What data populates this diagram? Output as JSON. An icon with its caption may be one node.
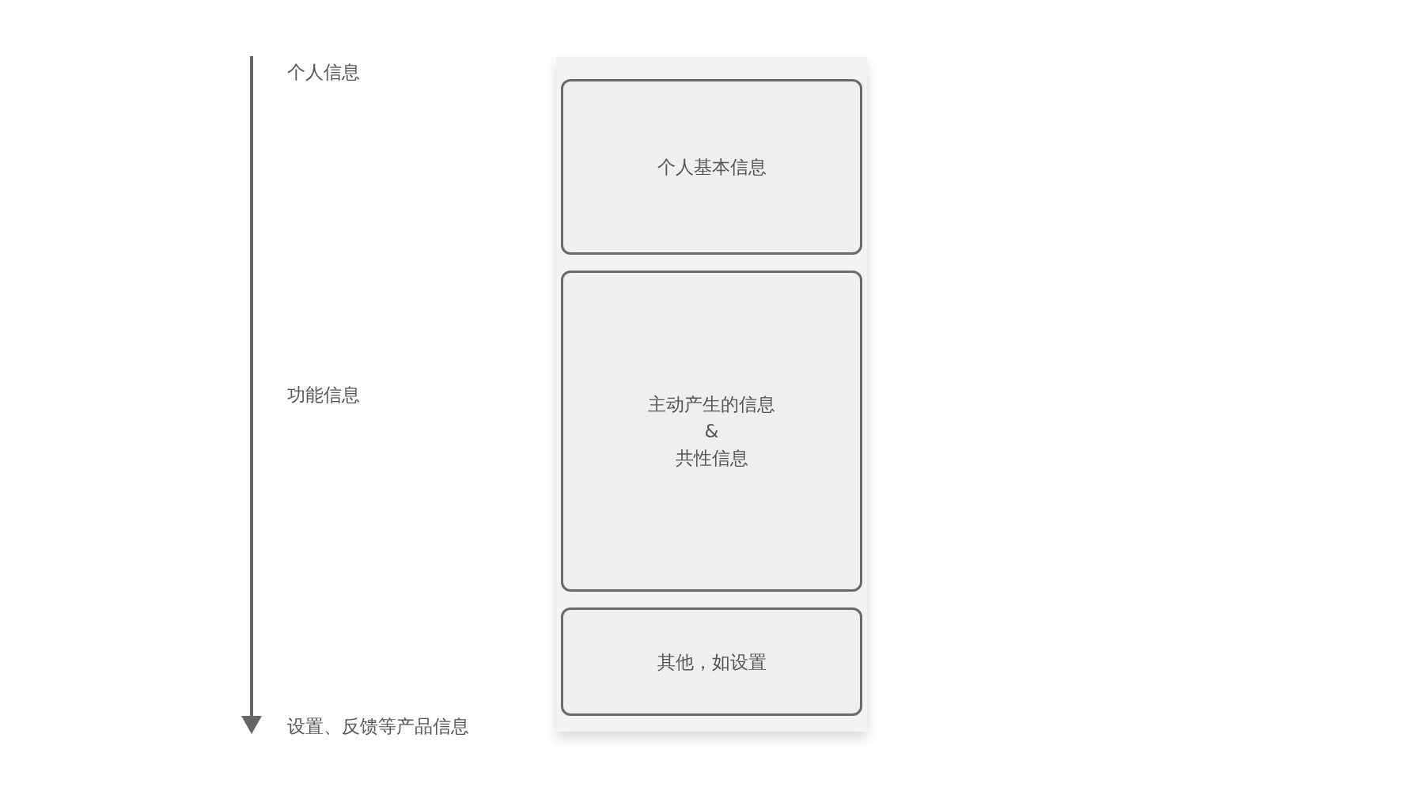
{
  "diagram": {
    "nodes": [
      {
        "text": [],
        "shape": "box"
      },
      {
        "text": [
          "个人基本信息"
        ],
        "in": 0
      },
      {
        "text": [
          "主动产生的信息",
          "&",
          "共性信息"
        ],
        "in": 0
      },
      {
        "text": [
          "其他，如设置"
        ],
        "in": 0
      }
    ],
    "edges": [],
    "labels": [
      "个人信息",
      "功能信息",
      "设置、反馈等产品信息"
    ]
  }
}
